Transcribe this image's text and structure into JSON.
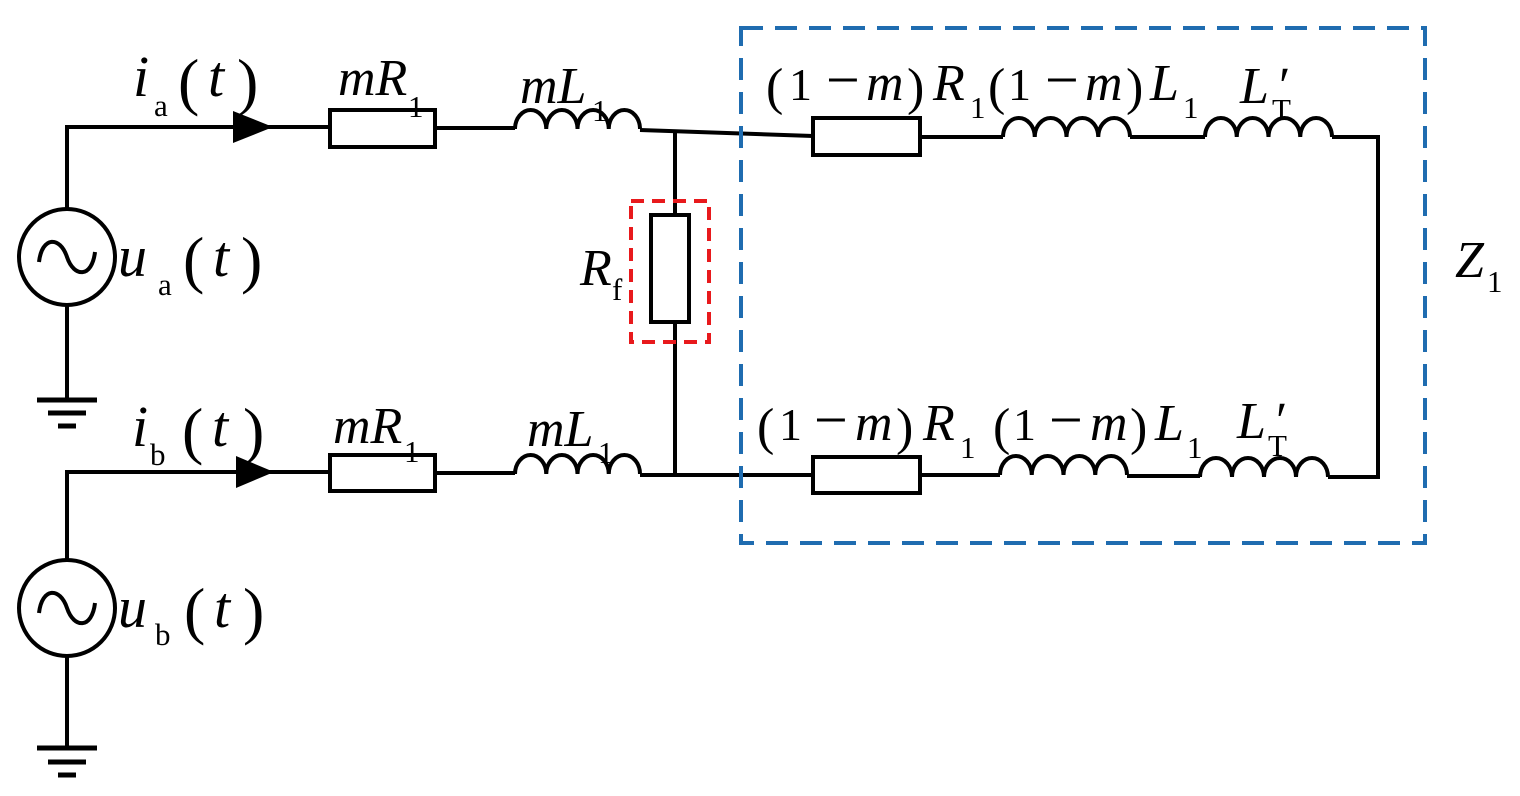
{
  "colors": {
    "background": "#ffffff",
    "line": "#000000",
    "fault_box": "#e8191c",
    "z1_box": "#1f6cb0"
  },
  "phase_a": {
    "current": [
      "i",
      "a",
      "(",
      "t",
      ")"
    ],
    "source": [
      "u",
      "a",
      "(",
      "t",
      ")"
    ],
    "near_resistance": [
      "mR",
      "1"
    ],
    "near_inductance": [
      "mL",
      "1"
    ],
    "far_resistance": [
      "(",
      "1",
      "−",
      "m",
      ")",
      "R",
      "1"
    ],
    "far_inductance": [
      "(",
      "1",
      "−",
      "m",
      ")",
      "L",
      "1"
    ],
    "end_inductance": [
      "L",
      "′",
      "T"
    ]
  },
  "phase_b": {
    "current": [
      "i",
      "b",
      "(",
      "t",
      ")"
    ],
    "source": [
      "u",
      "b",
      "(",
      "t",
      ")"
    ],
    "near_resistance": [
      "mR",
      "1"
    ],
    "near_inductance": [
      "mL",
      "1"
    ],
    "far_resistance": [
      "(",
      "1",
      "−",
      "m",
      ")",
      "R",
      "1"
    ],
    "far_inductance": [
      "(",
      "1",
      "−",
      "m",
      ")",
      "L",
      "1"
    ],
    "end_inductance": [
      "L",
      "′",
      "T"
    ]
  },
  "fault_resistance": [
    "R",
    "f"
  ],
  "equivalent_impedance": [
    "Z",
    "1"
  ]
}
